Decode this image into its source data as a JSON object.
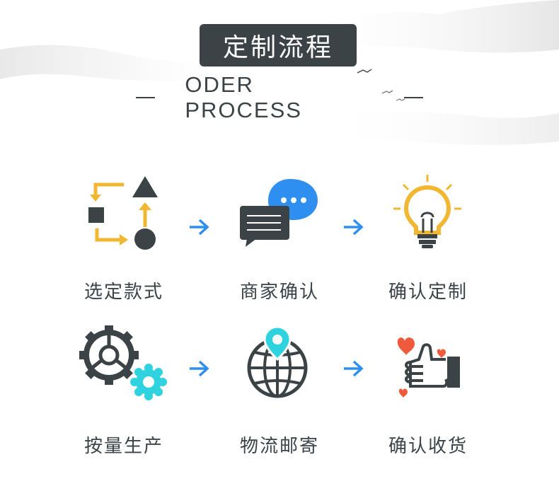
{
  "header": {
    "title": "定制流程",
    "subtitle": "ODER PROCESS"
  },
  "steps": [
    {
      "label": "选定款式",
      "icon": "shapes-flow-icon"
    },
    {
      "label": "商家确认",
      "icon": "chat-bubbles-icon"
    },
    {
      "label": "确认定制",
      "icon": "lightbulb-icon"
    },
    {
      "label": "按量生产",
      "icon": "gears-icon"
    },
    {
      "label": "物流邮寄",
      "icon": "globe-pin-icon"
    },
    {
      "label": "确认收货",
      "icon": "thumbs-up-hearts-icon"
    }
  ],
  "colors": {
    "dark": "#3b4347",
    "yellow": "#f2b731",
    "blue": "#2f8ff0",
    "teal": "#2fd3e0",
    "red": "#f05a3c",
    "arrow": "#2f8ff0"
  }
}
